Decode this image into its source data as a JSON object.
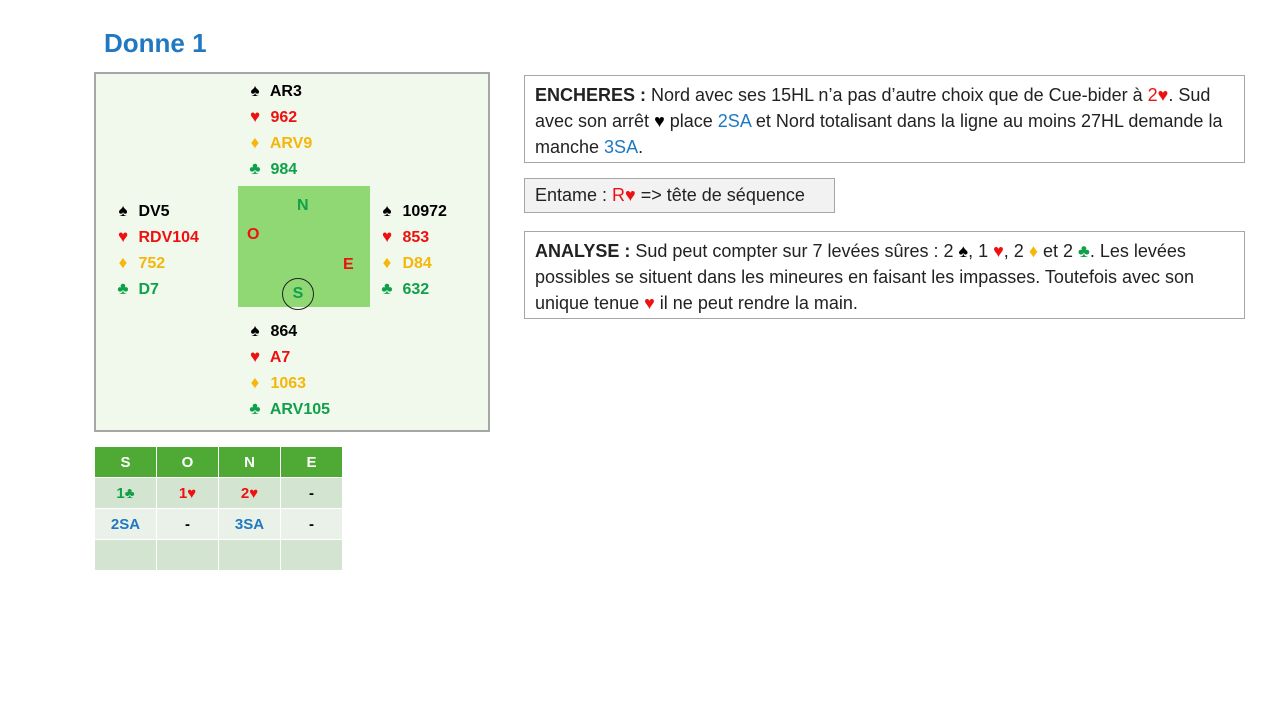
{
  "title": "Donne 1",
  "symbols": {
    "spade": "♠",
    "heart": "♥",
    "diamond": "♦",
    "club": "♣"
  },
  "deal": {
    "north": {
      "spades": "AR3",
      "hearts": "962",
      "diamonds": "ARV9",
      "clubs": "984"
    },
    "west": {
      "spades": "DV5",
      "hearts": "RDV104",
      "diamonds": "752",
      "clubs": "D7"
    },
    "east": {
      "spades": "10972",
      "hearts": "853",
      "diamonds": "D84",
      "clubs": "632"
    },
    "south": {
      "spades": "864",
      "hearts": "A7",
      "diamonds": "1063",
      "clubs": "ARV105"
    },
    "table_labels": {
      "n": "N",
      "o": "O",
      "e": "E",
      "s": "S"
    }
  },
  "encheres": {
    "label": "ENCHERES :",
    "t1": " Nord avec ses 15HL n’a pas d’autre choix que de Cue-bider à ",
    "bid1": "2♥",
    "t2": ". Sud avec son arrêt ",
    "t3": " place ",
    "bid2": "2SA",
    "t4": " et Nord totalisant dans la ligne au moins 27HL demande la manche ",
    "bid3": "3SA",
    "t5": "."
  },
  "entame": {
    "t1": "Entame : ",
    "card": "R♥",
    "t2": " => tête de séquence"
  },
  "analyse": {
    "label": "ANALYSE :",
    "t1": " Sud peut compter sur 7 levées sûres : 2 ",
    "t2": ", 1 ",
    "t3": ", 2 ",
    "t4": " et 2 ",
    "t5": ". Les levées possibles se situent dans les mineures en faisant les impasses. Toutefois avec son unique tenue ",
    "t6": " il ne peut rendre la main."
  },
  "bidding": {
    "headers": [
      "S",
      "O",
      "N",
      "E"
    ],
    "rows": [
      [
        "1♣",
        "1♥",
        "2♥",
        "-"
      ],
      [
        "2SA",
        "-",
        "3SA",
        "-"
      ],
      [
        "",
        "",
        "",
        ""
      ]
    ]
  },
  "colors": {
    "title": "#1f78c1",
    "spade": "#000000",
    "heart": "#ee1111",
    "diamond": "#f5b70a",
    "club": "#10a04a",
    "table": "#8fd874",
    "header": "#4eaa34"
  }
}
